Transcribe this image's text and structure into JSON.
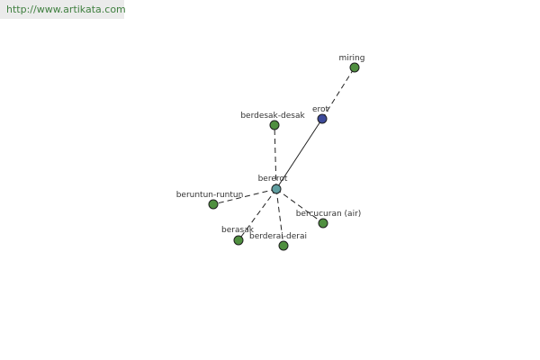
{
  "banner": {
    "url_text": "http://www.artikata.com"
  },
  "colors": {
    "center_node": "#5f9ea0",
    "secondary_node": "#3d4a9a",
    "leaf_node": "#4f8f3f",
    "url_text": "#3f7f3f",
    "banner_bg": "#ebebeb",
    "edge": "#222222"
  },
  "graph": {
    "nodes": [
      {
        "id": "bererot",
        "label": "bererot",
        "kind": "center"
      },
      {
        "id": "erot",
        "label": "erot",
        "kind": "secondary"
      },
      {
        "id": "miring",
        "label": "miring",
        "kind": "leaf"
      },
      {
        "id": "berdesak-desak",
        "label": "berdesak-desak",
        "kind": "leaf"
      },
      {
        "id": "beruntun-runtun",
        "label": "beruntun-runtun",
        "kind": "leaf"
      },
      {
        "id": "bercucuran",
        "label": "bercucuran (air)",
        "kind": "leaf"
      },
      {
        "id": "berasak",
        "label": "berasak",
        "kind": "leaf"
      },
      {
        "id": "berderai-derai",
        "label": "berderai-derai",
        "kind": "leaf"
      }
    ],
    "edges": [
      {
        "from": "bererot",
        "to": "erot",
        "style": "solid"
      },
      {
        "from": "erot",
        "to": "miring",
        "style": "dashed"
      },
      {
        "from": "bererot",
        "to": "berdesak-desak",
        "style": "dashed"
      },
      {
        "from": "bererot",
        "to": "beruntun-runtun",
        "style": "dashed"
      },
      {
        "from": "bererot",
        "to": "bercucuran",
        "style": "dashed"
      },
      {
        "from": "bererot",
        "to": "berasak",
        "style": "dashed"
      },
      {
        "from": "bererot",
        "to": "berderai-derai",
        "style": "dashed"
      }
    ]
  }
}
